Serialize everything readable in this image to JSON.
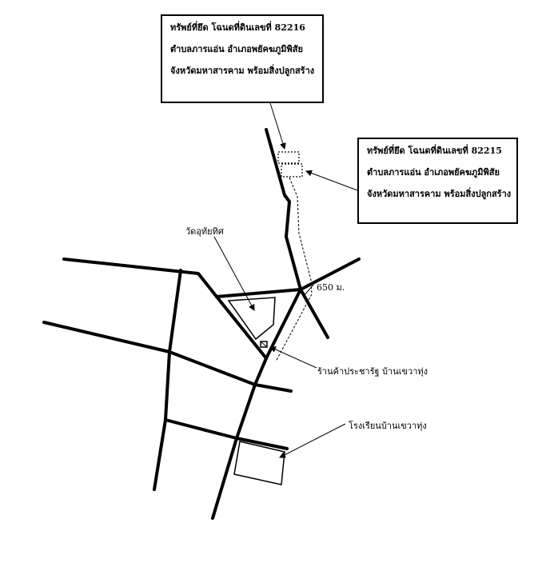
{
  "property_1": {
    "title": "ทรัพย์ที่ยึด โฉนดที่ดินเลขที่ 82216",
    "line2": "ตำบลภารแอ่น   อำเภอพยัคฆภูมิพิสัย",
    "line3": "จังหวัดมหาสารคาม พร้อมสิ่งปลูกสร้าง"
  },
  "property_2": {
    "title": "ทรัพย์ที่ยึด โฉนดที่ดินเลขที่ 82215",
    "line2": "ตำบลภารแอ่น   อำเภอพยัคฆภูมิพิสัย",
    "line3": "จังหวัดมหาสารคาม พร้อมสิ่งปลูกสร้าง"
  },
  "landmarks": {
    "temple": "วัดอุทัยทิศ",
    "distance": "650 ม.",
    "shop": "ร้านค้าประชารัฐ บ้านเขวาทุ่ง",
    "school": "โรงเรียนบ้านเขวาทุ่ง"
  },
  "colors": {
    "line": "#000000",
    "background": "#ffffff"
  }
}
